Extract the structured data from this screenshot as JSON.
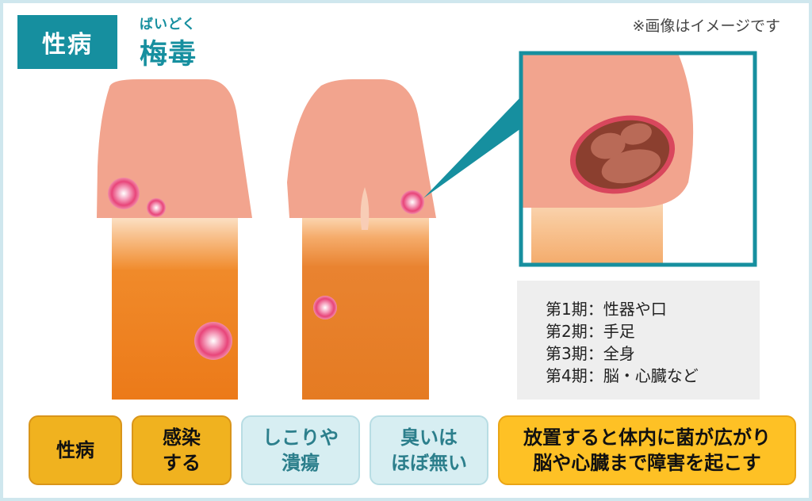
{
  "header": {
    "category_tag": "性病",
    "title_ruby": "ばいどく",
    "title": "梅毒",
    "note": "※画像はイメージです"
  },
  "stages": [
    {
      "text": "第1期：性器や口"
    },
    {
      "text": "第2期：手足"
    },
    {
      "text": "第3期：全身"
    },
    {
      "text": "第4期：脳・心臓など"
    }
  ],
  "features": [
    {
      "lines": [
        "性病"
      ],
      "style": "gold"
    },
    {
      "lines": [
        "感染",
        "する"
      ],
      "style": "gold"
    },
    {
      "lines": [
        "しこりや",
        "潰瘍"
      ],
      "style": "blue"
    },
    {
      "lines": [
        "臭いは",
        "ほぼ無い"
      ],
      "style": "blue"
    },
    {
      "lines": [
        "放置すると体内に菌が広がり",
        "脳や心臓まで障害を起こす"
      ],
      "style": "yellow"
    }
  ],
  "colors": {
    "accent": "#168f9f",
    "skin": "#f2a48e",
    "shaft_orange": "#ee7f1e",
    "lesion_pink": "#e8457a",
    "ulcer_brown": "#8b3f2f",
    "gold": "#f0b21f",
    "light_blue": "#d7eef2",
    "yellow": "#fec125",
    "stage_box": "#eeeeee"
  },
  "icons": [
    "lesion-icon",
    "ulcer-icon",
    "zoom-callout-icon"
  ]
}
